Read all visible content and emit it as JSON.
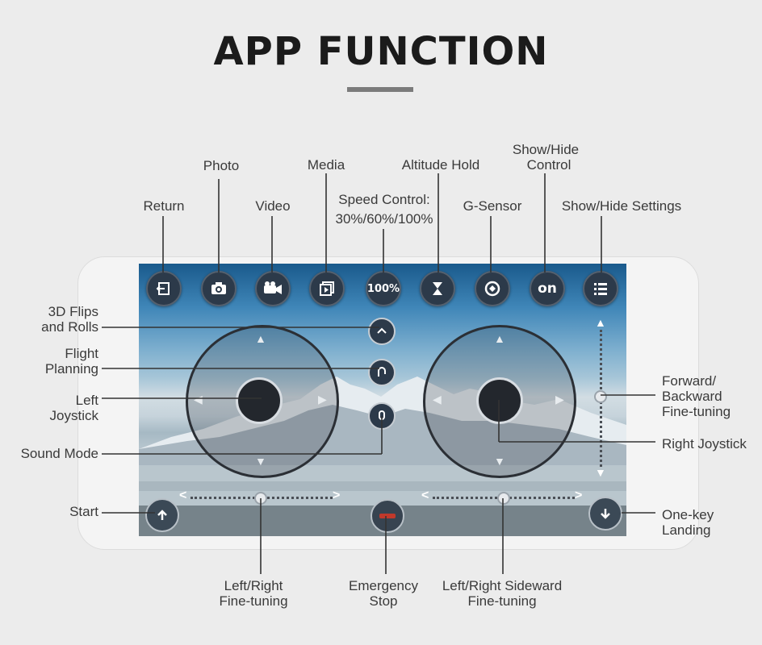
{
  "header": {
    "title": "APP FUNCTION"
  },
  "labels": {
    "return": "Return",
    "photo": "Photo",
    "video": "Video",
    "media": "Media",
    "speed_control_1": "Speed Control:",
    "speed_control_2": "30%/60%/100%",
    "altitude_hold": "Altitude Hold",
    "g_sensor": "G-Sensor",
    "show_hide_control_1": "Show/Hide",
    "show_hide_control_2": "Control",
    "show_hide_settings": "Show/Hide Settings",
    "flips_1": "3D Flips",
    "flips_2": "and Rolls",
    "flight_planning_1": "Flight",
    "flight_planning_2": "Planning",
    "left_joystick_1": "Left",
    "left_joystick_2": "Joystick",
    "sound_mode": "Sound Mode",
    "start": "Start",
    "forward_backward_1": "Forward/",
    "forward_backward_2": "Backward",
    "forward_backward_3": "Fine-tuning",
    "right_joystick": "Right Joystick",
    "one_key_landing_1": "One-key",
    "one_key_landing_2": "Landing",
    "lr_fine_tuning_1": "Left/Right",
    "lr_fine_tuning_2": "Fine-tuning",
    "emergency_stop_1": "Emergency",
    "emergency_stop_2": "Stop",
    "lr_sideward_1": "Left/Right Sideward",
    "lr_sideward_2": "Fine-tuning"
  },
  "toolbar": {
    "speed_value": "100%",
    "control_value": "on"
  },
  "icons": {
    "return": "return-icon",
    "photo": "camera-icon",
    "video": "video-camera-icon",
    "media": "media-icon",
    "altitude": "hourglass-icon",
    "gsensor": "gsensor-icon",
    "settings": "list-icon",
    "flip": "flip-icon",
    "planning": "path-icon",
    "sound": "microphone-icon",
    "start": "up-arrow-icon",
    "landing": "down-arrow-icon"
  },
  "colors": {
    "button_bg": "#2c3a4a",
    "stop_red": "#c0392b"
  }
}
